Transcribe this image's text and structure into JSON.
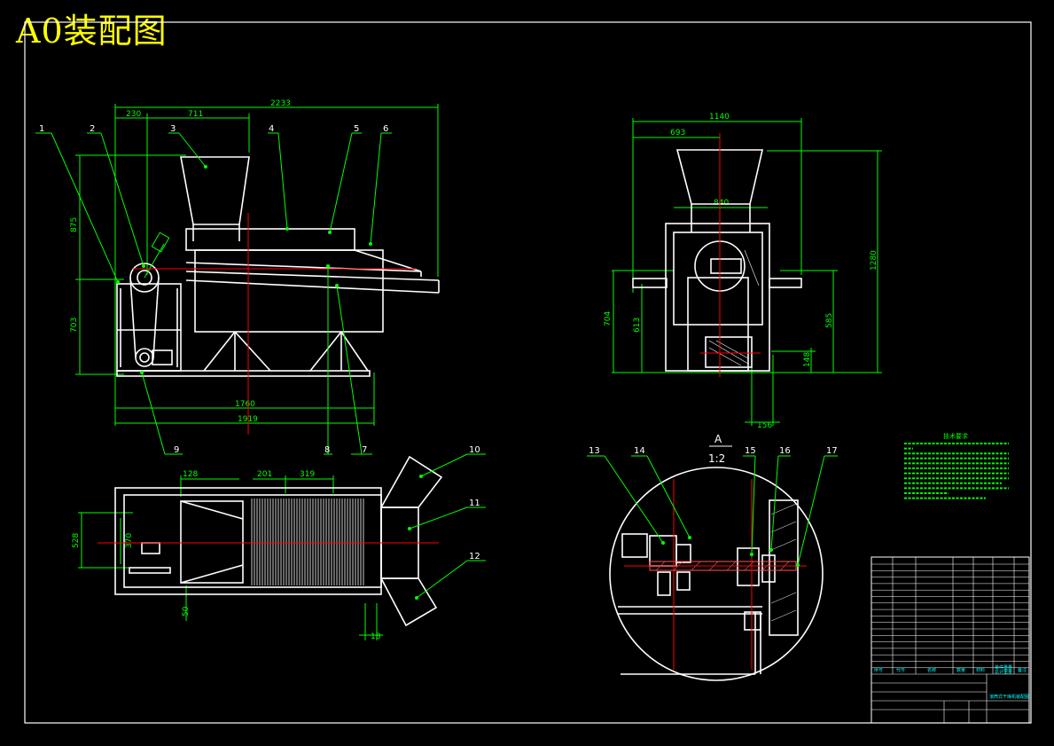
{
  "title": "A0装配图",
  "colors": {
    "background": "#000000",
    "part_lines": "#ffffff",
    "dimension_lines": "#00ff00",
    "center_lines": "#ff0000",
    "title_text": "#ffff00",
    "table_lines": "#ffffff"
  },
  "front_view": {
    "dims": {
      "overall": "2233",
      "d230": "230",
      "d711": "711",
      "height_upper": "875",
      "height_lower": "703",
      "base_1760": "1760",
      "base_1919": "1919"
    },
    "balloons": [
      "1",
      "2",
      "3",
      "4",
      "5",
      "6",
      "7",
      "8",
      "9"
    ]
  },
  "side_view": {
    "dims": {
      "width": "1140",
      "d693": "693",
      "d840": "840",
      "height": "1280",
      "d704": "704",
      "d613": "613",
      "d585": "585",
      "d148": "148",
      "d156": "156"
    }
  },
  "top_view": {
    "dims": {
      "d128": "128",
      "d201": "201",
      "d319": "319",
      "d528": "528",
      "d370": "370",
      "d50": "50",
      "d18": "18"
    },
    "balloons": [
      "10",
      "11",
      "12"
    ]
  },
  "detail_view": {
    "label": "A",
    "scale": "1:2",
    "balloons": [
      "13",
      "14",
      "15",
      "16",
      "17"
    ]
  },
  "tech_requirements": {
    "heading": "技术要求"
  },
  "title_block": {
    "header": [
      "序号",
      "代号",
      "名称",
      "数量",
      "材料",
      "单件重量",
      "总计重量",
      "备注"
    ],
    "drawing_name": "滚筒式干燥机装配图"
  }
}
